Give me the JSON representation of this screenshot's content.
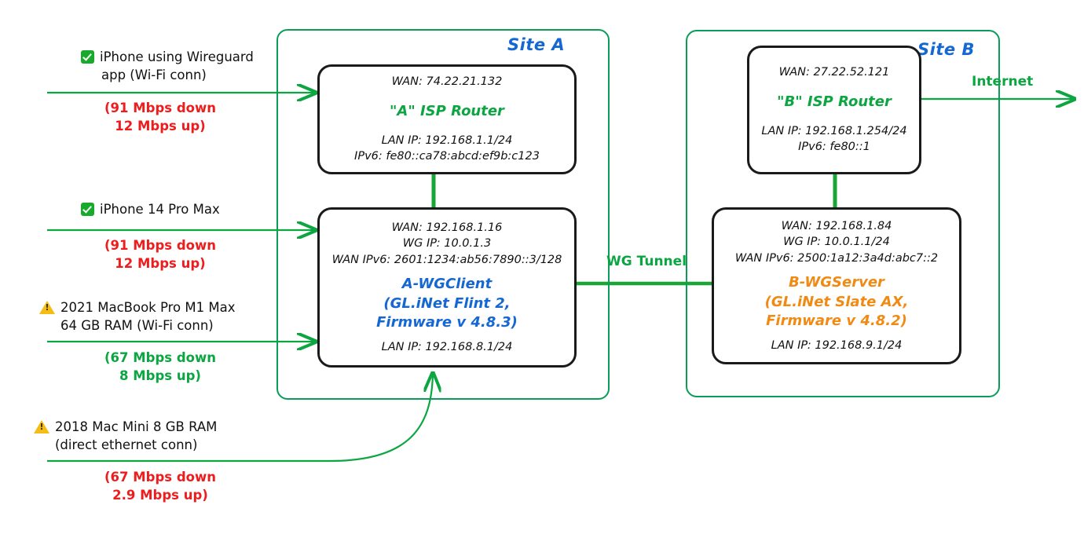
{
  "sites": [
    {
      "id": "a",
      "label": "Site A"
    },
    {
      "id": "b",
      "label": "Site B"
    }
  ],
  "devices": {
    "a_isp": {
      "wan": "WAN: 74.22.21.132",
      "name": "\"A\" ISP Router",
      "lan": "LAN IP: 192.168.1.1/24",
      "ipv6": "IPv6: fe80::ca78:abcd:ef9b:c123",
      "name_color": "#0ba641"
    },
    "a_client": {
      "wan": "WAN: 192.168.1.16",
      "wg": "WG IP: 10.0.1.3",
      "wan_ipv6": "WAN IPv6: 2601:1234:ab56:7890::3/128",
      "name_line1": "A-WGClient",
      "name_line2": "(GL.iNet Flint 2,",
      "name_line3": "Firmware v 4.8.3)",
      "lan": "LAN IP: 192.168.8.1/24",
      "name_color": "#1567d3"
    },
    "b_isp": {
      "wan": "WAN: 27.22.52.121",
      "name": "\"B\" ISP Router",
      "lan": "LAN IP: 192.168.1.254/24",
      "ipv6": "IPv6: fe80::1",
      "name_color": "#0ba641"
    },
    "b_server": {
      "wan": "WAN: 192.168.1.84",
      "wg": "WG IP: 10.0.1.1/24",
      "wan_ipv6": "WAN IPv6: 2500:1a12:3a4d:abc7::2",
      "name_line1": "B-WGServer",
      "name_line2": "(GL.iNet Slate AX,",
      "name_line3": "Firmware v 4.8.2)",
      "lan": "LAN IP: 192.168.9.1/24",
      "name_color": "#f08a12"
    }
  },
  "clients": [
    {
      "id": "iphone-wireguard",
      "status": "ok",
      "line1": "iPhone using Wireguard",
      "line2": "app (Wi-Fi conn)",
      "speed_down": "(91 Mbps down",
      "speed_up": "12 Mbps up)",
      "speed_color": "#ee1d1d"
    },
    {
      "id": "iphone-14-pro-max",
      "status": "ok",
      "line1": "iPhone 14 Pro Max",
      "line2": "",
      "speed_down": "(91 Mbps down",
      "speed_up": "12 Mbps up)",
      "speed_color": "#ee1d1d"
    },
    {
      "id": "macbook-pro-m1-max",
      "status": "warn",
      "line1": "2021 MacBook Pro M1 Max",
      "line2": "64 GB RAM (Wi-Fi conn)",
      "speed_down": "(67 Mbps down",
      "speed_up": "8 Mbps up)",
      "speed_color": "#0ba641"
    },
    {
      "id": "mac-mini-2018",
      "status": "warn",
      "line1": "2018 Mac Mini 8 GB RAM",
      "line2": "(direct ethernet conn)",
      "speed_down": "(67 Mbps down",
      "speed_up": "2.9 Mbps up)",
      "speed_color": "#ee1d1d"
    }
  ],
  "links": {
    "wg_tunnel": "WG Tunnel",
    "internet": "Internet"
  },
  "colors": {
    "green": "#0b9d58",
    "wire_green": "#0ba641",
    "blue": "#1567d3",
    "orange": "#f08a12",
    "red": "#ee1d1d",
    "black": "#1a1a1a"
  }
}
